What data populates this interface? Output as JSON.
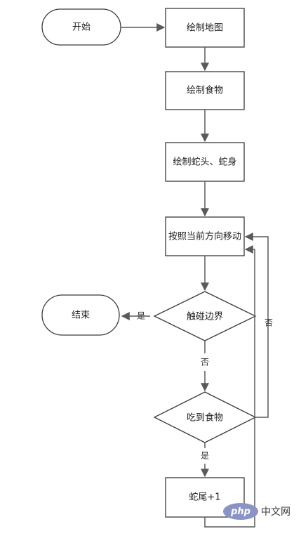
{
  "nodes": {
    "start": "开始",
    "draw_map": "绘制地图",
    "draw_food": "绘制食物",
    "draw_snake": "绘制蛇头、蛇身",
    "move": "按照当前方向移动",
    "hit_wall": "触碰边界",
    "end": "结束",
    "eat_food": "吃到食物",
    "grow": "蛇尾+1"
  },
  "edges": {
    "hit_wall_yes": "是",
    "hit_wall_no": "否",
    "hit_wall_no_side": "否",
    "eat_food_yes": "是"
  },
  "watermark": {
    "logo": "php",
    "text": "中文网"
  }
}
